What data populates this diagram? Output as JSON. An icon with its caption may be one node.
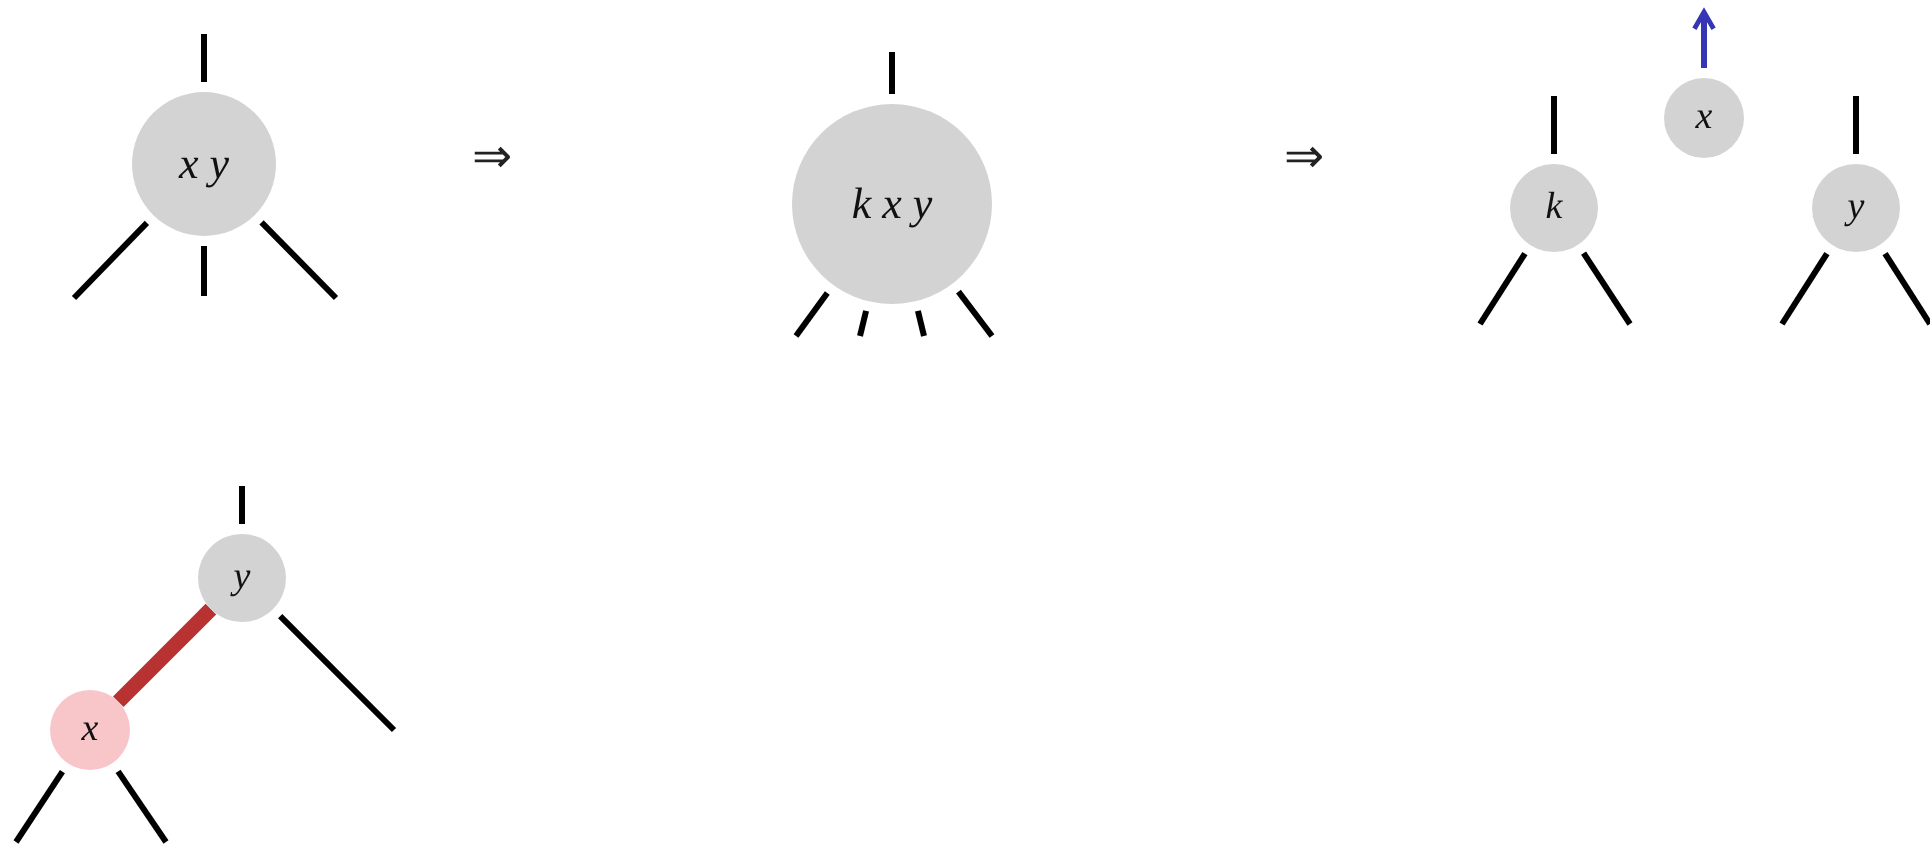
{
  "diagram": {
    "nodes": [
      {
        "text": [
          "x y"
        ]
      },
      {
        "text": [
          "k x y"
        ]
      },
      {
        "text": [
          "x"
        ]
      },
      {
        "text": [
          "k"
        ]
      },
      {
        "text": [
          "y"
        ]
      },
      {
        "text": [
          "y"
        ]
      },
      {
        "text": [
          "x"
        ]
      }
    ],
    "edges": [
      {
        "from": 0,
        "to": null,
        "arrow": "none"
      },
      {
        "from": 0,
        "to": null,
        "arrow": "none"
      },
      {
        "from": 0,
        "to": null,
        "arrow": "none"
      },
      {
        "from": 0,
        "to": null,
        "arrow": "none"
      },
      {
        "from": 1,
        "to": null,
        "arrow": "none"
      },
      {
        "from": 1,
        "to": null,
        "arrow": "none"
      },
      {
        "from": 1,
        "to": null,
        "arrow": "none"
      },
      {
        "from": 1,
        "to": null,
        "arrow": "none"
      },
      {
        "from": 1,
        "to": null,
        "arrow": "none"
      },
      {
        "from": 2,
        "to": null,
        "arrow": "to",
        "color": "#3636b4"
      },
      {
        "from": 3,
        "to": null,
        "arrow": "none"
      },
      {
        "from": 3,
        "to": null,
        "arrow": "none"
      },
      {
        "from": 3,
        "to": null,
        "arrow": "none"
      },
      {
        "from": 4,
        "to": null,
        "arrow": "none"
      },
      {
        "from": 4,
        "to": null,
        "arrow": "none"
      },
      {
        "from": 4,
        "to": null,
        "arrow": "none"
      },
      {
        "from": 5,
        "to": null,
        "arrow": "none"
      },
      {
        "from": 5,
        "to": null,
        "arrow": "none"
      },
      {
        "from": 5,
        "to": 6,
        "arrow": "none",
        "style": "thick",
        "color": "#b83232"
      },
      {
        "from": 6,
        "to": null,
        "arrow": "none"
      },
      {
        "from": 6,
        "to": null,
        "arrow": "none"
      }
    ],
    "labels": [
      "⇒",
      "⇒"
    ]
  }
}
